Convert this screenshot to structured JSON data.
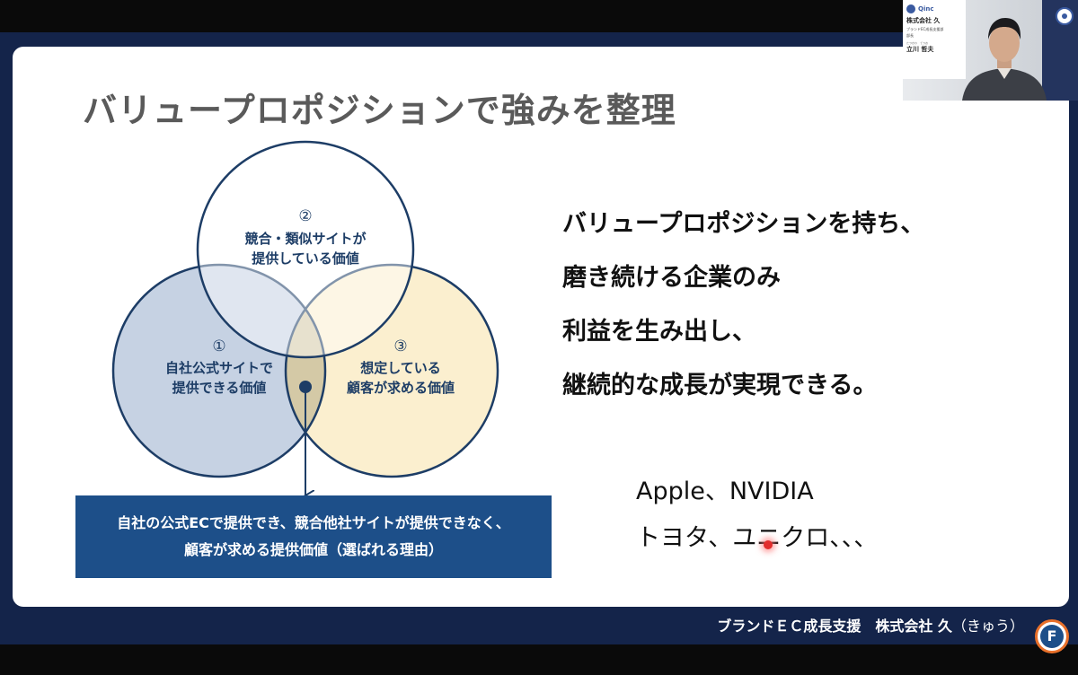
{
  "slide": {
    "title": "バリュープロポジションで強みを整理",
    "venn": {
      "circle_top": {
        "number": "②",
        "lines": [
          "競合・類似サイトが",
          "提供している価値"
        ],
        "fill": "#ffffff"
      },
      "circle_left": {
        "number": "①",
        "lines": [
          "自社公式サイトで",
          "提供できる価値"
        ],
        "fill": "#c6d2e3"
      },
      "circle_right": {
        "number": "③",
        "lines": [
          "想定している",
          "顧客が求める価値"
        ],
        "fill": "#fbefcf"
      },
      "overlap_fill": "#d4c9a6",
      "stroke": "#1d3d66"
    },
    "callout": {
      "lines": [
        "自社の公式ECで提供でき、競合他社サイトが提供できなく、",
        "顧客が求める提供価値（選ばれる理由）"
      ],
      "bg": "#1d4f89"
    },
    "statement": {
      "lines": [
        "バリュープロポジションを持ち、",
        "磨き続ける企業のみ",
        "利益を生み出し、",
        "継続的な成長が実現できる。"
      ]
    },
    "examples": {
      "lines": [
        "Apple、NVIDIA",
        "トヨタ、ユニクロ、、、"
      ]
    }
  },
  "footer": {
    "text": "ブランドＥＣ成長支援　株式会社 久",
    "reading": "（きゅう）"
  },
  "logo_letter": "F",
  "webcam": {
    "brand": "Qinc",
    "company": "株式会社 久",
    "department": "ブランドEC成長支援部",
    "role": "部長",
    "reading": "たつかわ　てつお",
    "name": "立川 哲夫"
  },
  "colors": {
    "frame": "#14244a",
    "accent": "#1d4f89",
    "title_gray": "#5a5a5a"
  }
}
